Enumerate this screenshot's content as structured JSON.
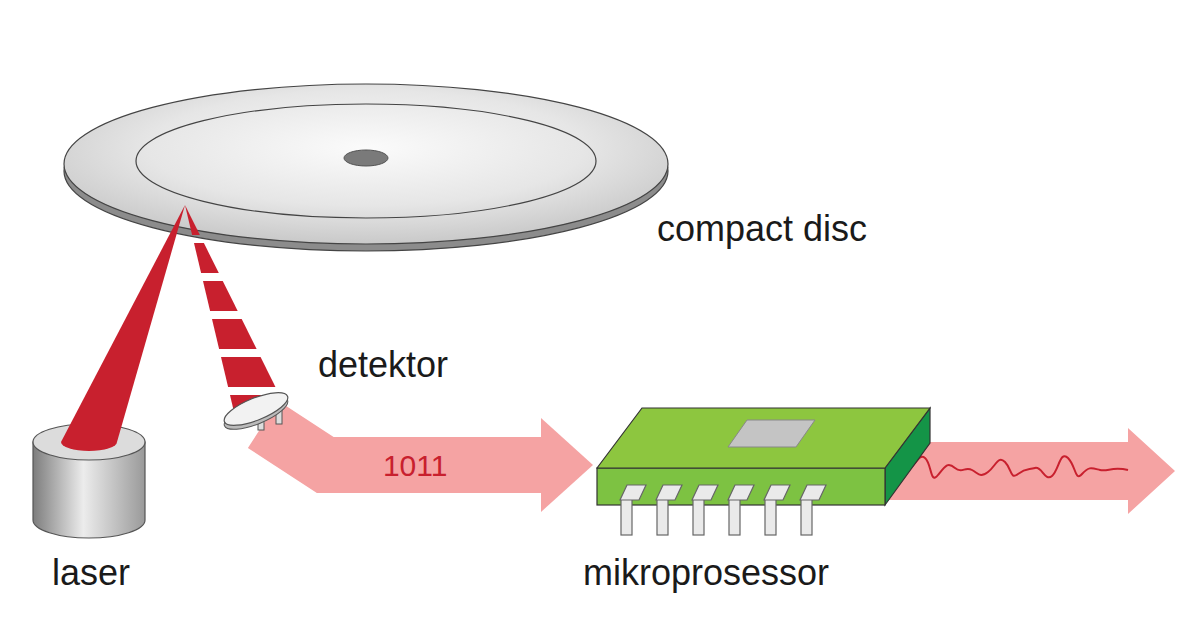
{
  "diagram": {
    "nodes": [
      {
        "text": [
          "compact disc"
        ]
      },
      {
        "text": [
          "laser"
        ]
      },
      {
        "text": [
          "detektor"
        ]
      },
      {
        "text": [
          "mikroprosessor"
        ]
      }
    ],
    "edges": [
      {
        "from": 1,
        "to": 0,
        "arrow": "none"
      },
      {
        "from": 0,
        "to": 2,
        "arrow": "none"
      },
      {
        "from": 2,
        "to": 3,
        "label": "1011",
        "arrow": "to"
      }
    ]
  }
}
